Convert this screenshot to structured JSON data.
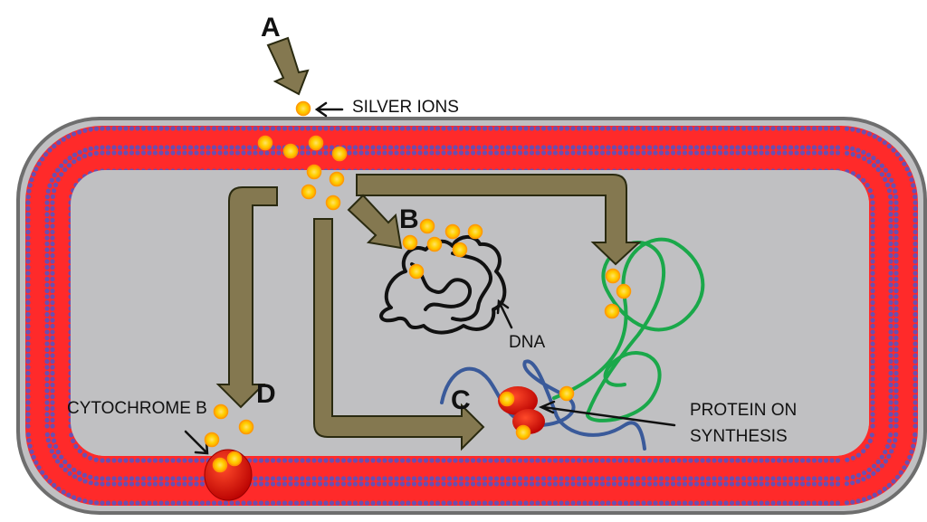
{
  "labels": {
    "a": "A",
    "b": "B",
    "c": "C",
    "d": "D",
    "silver_ions": "SILVER IONS",
    "dna": "DNA",
    "cytochrome_b": "CYTOCHROME B",
    "protein_line1": "PROTEIN ON",
    "protein_line2": "SYNTHESIS"
  },
  "colors": {
    "cytoplasm": "#c0c0c2",
    "cell_outline": "#7a7a7a",
    "lipid_head": "#6a4fb0",
    "lipid_tail": "#ff2a2a",
    "ion_fill": "#ffd81a",
    "ion_core": "#ffb000",
    "arrow": "#847850",
    "arrow_outline": "#2a2a10",
    "dna": "#111111",
    "rna": "#3a5a9a",
    "green_strand": "#1aa84a",
    "ribosome": "#dd0000"
  }
}
